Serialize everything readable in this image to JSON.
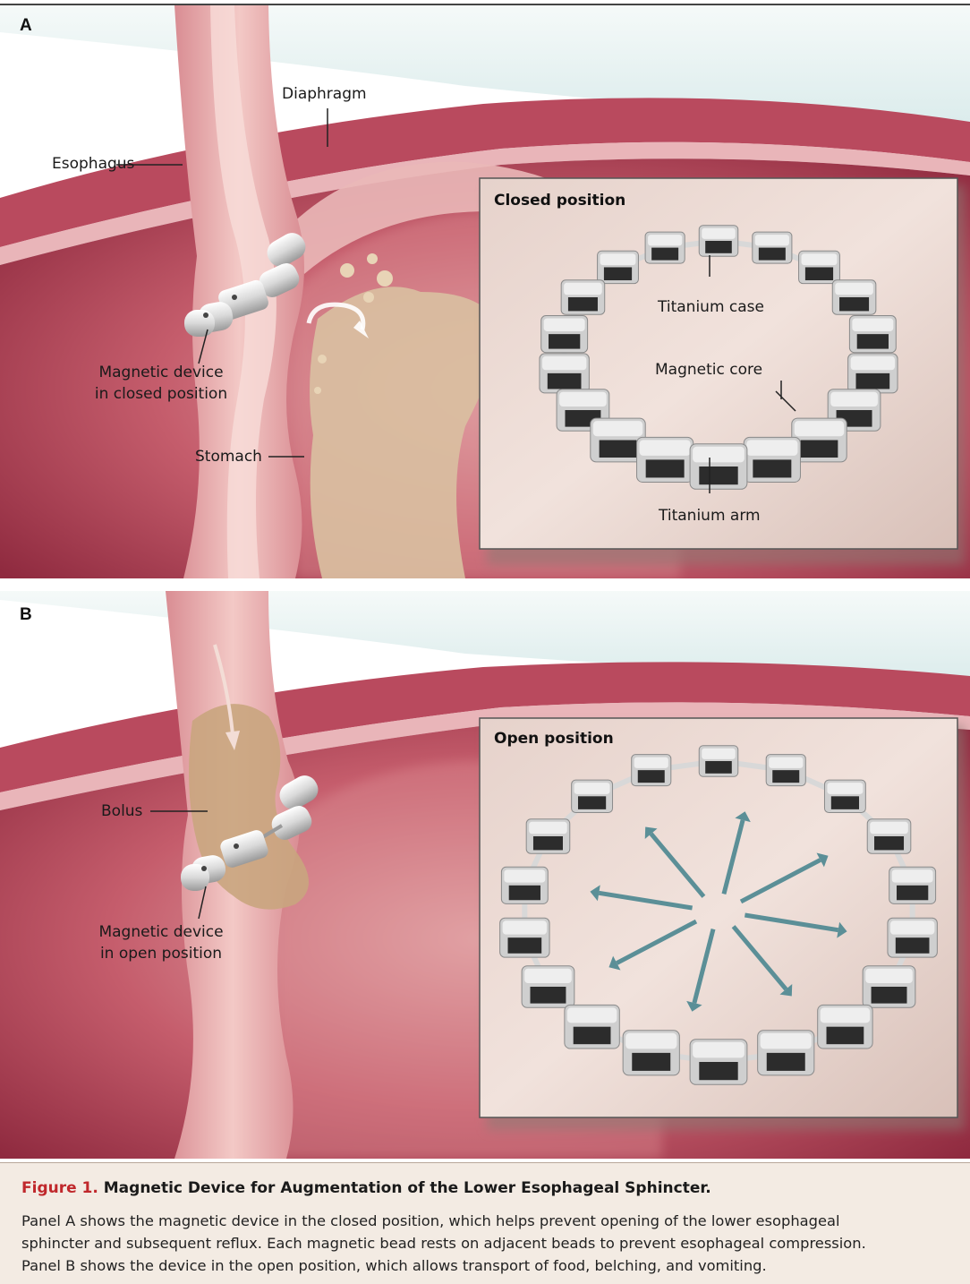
{
  "panel_a": {
    "letter": "A",
    "inset_title": "Closed position",
    "labels": {
      "diaphragm": "Diaphragm",
      "esophagus": "Esophagus",
      "device_line1": "Magnetic device",
      "device_line2": "in closed position",
      "stomach": "Stomach",
      "titanium_case": "Titanium case",
      "magnetic_core": "Magnetic core",
      "titanium_arm": "Titanium arm"
    }
  },
  "panel_b": {
    "letter": "B",
    "inset_title": "Open position",
    "labels": {
      "bolus": "Bolus",
      "device_line1": "Magnetic device",
      "device_line2": "in open position"
    }
  },
  "caption": {
    "figure_number": "Figure 1.",
    "title": "Magnetic Device for Augmentation of the Lower Esophageal Sphincter.",
    "body_lines": [
      "Panel A shows the magnetic device in the closed position, which helps prevent opening of the lower esophageal",
      "sphincter and subsequent reflux. Each magnetic bead rests on adjacent beads to prevent esophageal compression.",
      "Panel B shows the device in the open position, which allows transport of food, belching, and vomiting."
    ]
  },
  "colors": {
    "caption_background": "#f3ebe3",
    "figure_number": "#c0282c",
    "tissue_dark": "#a3354a",
    "tissue_light": "#e9b3b6",
    "background_aqua": "#dfeeee",
    "bolus": "#c9a57e",
    "arrow_teal": "#5b8f97"
  }
}
